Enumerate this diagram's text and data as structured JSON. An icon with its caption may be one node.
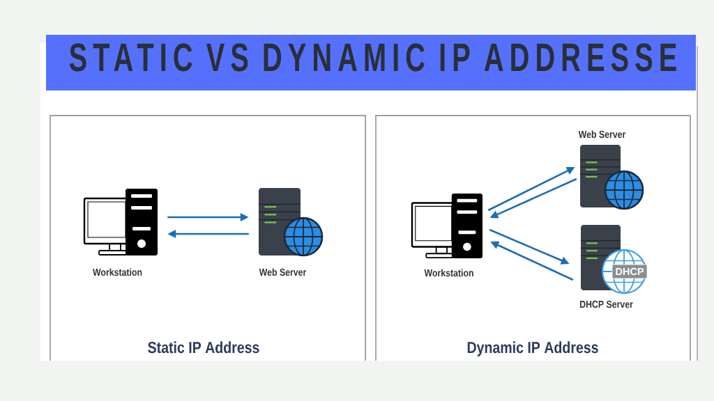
{
  "diagram": {
    "title": "STATIC VS DYNAMIC IP ADDRESSE",
    "nodes": [
      {
        "text": [
          "Static IP Address"
        ]
      },
      {
        "text": [
          "Workstation"
        ],
        "in": 0
      },
      {
        "text": [
          "Web Server"
        ],
        "in": 0
      },
      {
        "text": [
          "Dynamic IP Address"
        ]
      },
      {
        "text": [
          "Workstation"
        ],
        "in": 3
      },
      {
        "text": [
          "Web Server"
        ],
        "in": 3
      },
      {
        "text": [
          "DHCP Server"
        ],
        "in": 3
      }
    ],
    "edges": [
      {
        "from": 1,
        "to": 2,
        "arrow": "to"
      },
      {
        "from": 2,
        "to": 1,
        "arrow": "to"
      },
      {
        "from": 4,
        "to": 5,
        "arrow": "to"
      },
      {
        "from": 5,
        "to": 4,
        "arrow": "to"
      },
      {
        "from": 4,
        "to": 6,
        "arrow": "to"
      },
      {
        "from": 6,
        "to": 4,
        "arrow": "to"
      }
    ],
    "labels": [
      "DHCP"
    ]
  }
}
